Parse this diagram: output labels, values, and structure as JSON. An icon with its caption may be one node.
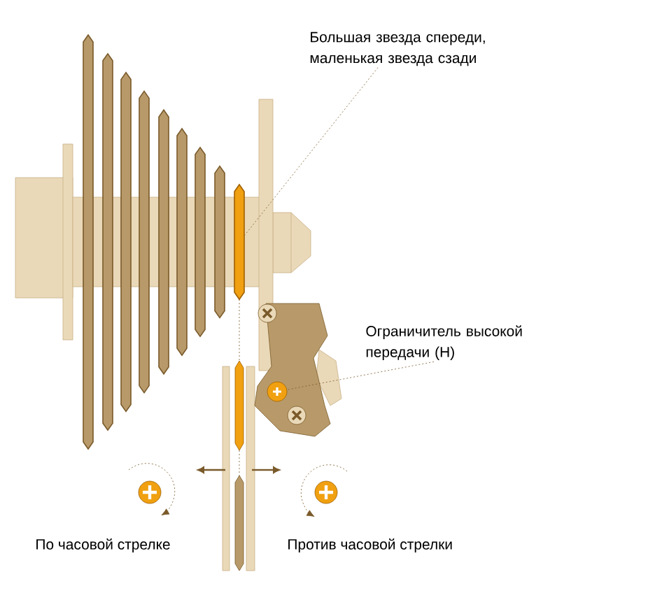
{
  "diagram": {
    "nodes": [
      {
        "text": [
          "Большая звезда спереди, маленькая звезда сзади"
        ]
      },
      {
        "text": [],
        "shape": "bar"
      },
      {
        "text": [
          "Ограничитель высокой передачи (H)"
        ]
      },
      {
        "text": [],
        "shape": "circle"
      }
    ],
    "edges": [
      {
        "from": 0,
        "to": 1,
        "arrow": "none",
        "style": "dashed"
      },
      {
        "from": 2,
        "to": 3,
        "arrow": "none",
        "style": "dashed"
      }
    ],
    "labels": [
      "По часовой стрелке",
      "Против часовой стрелки"
    ]
  }
}
